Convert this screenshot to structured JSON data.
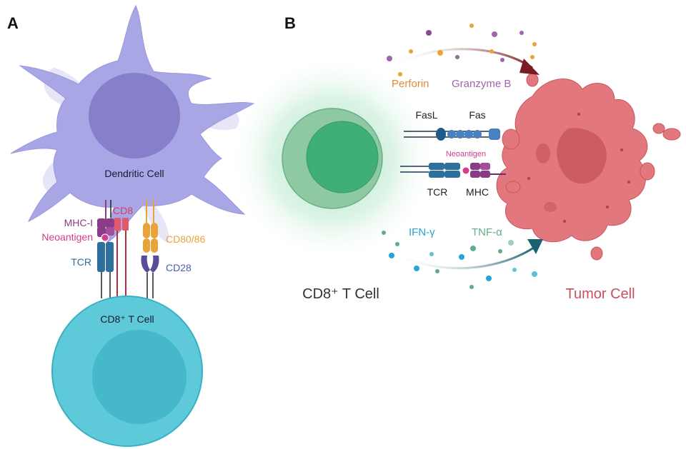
{
  "panelA": {
    "letter": "A",
    "dendritic_cell": "Dendritic Cell",
    "tcell": "CD8⁺ T Cell",
    "labels": {
      "mhc1": "MHC-I",
      "cd8": "CD8",
      "neoantigen": "Neoantigen",
      "tcr": "TCR",
      "cd8086": "CD80/86",
      "cd28": "CD28"
    }
  },
  "panelB": {
    "letter": "B",
    "tcell": "CD8⁺ T Cell",
    "tumor": "Tumor Cell",
    "perforin": "Perforin",
    "granzyme": "Granzyme B",
    "fasl": "FasL",
    "fas": "Fas",
    "neoantigen": "Neoantigen",
    "tcr": "TCR",
    "mhc": "MHC",
    "ifn": "IFN-γ",
    "tnf": "TNF-α"
  },
  "colors": {
    "dendritic": "#a9a6e6",
    "dendritic_nucleus": "#8580c9",
    "tcell_a": "#5ec9d8",
    "tcell_a_nucleus": "#45b9cb",
    "tcell_b": "#8ec9a4",
    "tcell_b_nucleus": "#3fae77",
    "tumor": "#e2787d",
    "tumor_dark": "#c9565d",
    "mhc": "#8a3d86",
    "neoantigen": "#d43d8a",
    "tcr": "#2e6f9e",
    "cd8": "#e05a6b",
    "cd80": "#e8a33a",
    "cd28": "#5a4a9a",
    "perforin_text": "#e08a3a",
    "granzyme_text": "#a065b0",
    "ifn_text": "#2aa3d4",
    "tnf_text": "#5fae88",
    "tumor_text": "#c8505a"
  }
}
